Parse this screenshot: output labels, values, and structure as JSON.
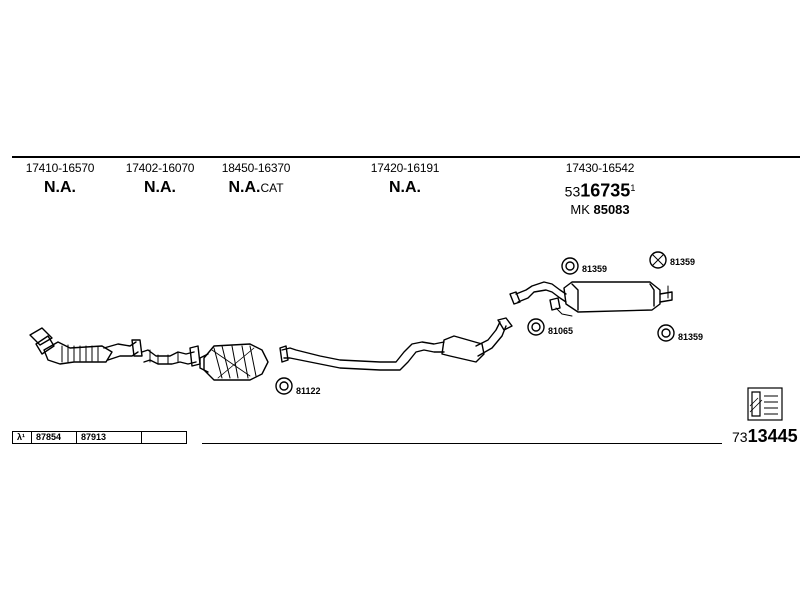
{
  "columns": [
    {
      "part_number": "17410-16570",
      "label": "N.A."
    },
    {
      "part_number": "17402-16070",
      "label": "N.A."
    },
    {
      "part_number": "18450-16370",
      "label": "N.A.",
      "suffix": "CAT"
    },
    {
      "part_number": "17420-16191",
      "label": "N.A."
    },
    {
      "part_number": "17430-16542",
      "main_prefix": "53",
      "main_number": "16735",
      "main_sup": "1",
      "mk_prefix": "MK",
      "mk_number": "85083"
    }
  ],
  "hardware_labels": {
    "front_gasket": "81122",
    "mid_gasket": "81065",
    "rear_top_left": "81359",
    "rear_top_right": "81359",
    "rear_bottom": "81359"
  },
  "bottom_table": {
    "symbol": "λ¹",
    "codes": [
      "87854",
      "87913",
      ""
    ]
  },
  "reference": {
    "prefix": "73",
    "number": "13445"
  },
  "icons": [
    "book-icon"
  ]
}
